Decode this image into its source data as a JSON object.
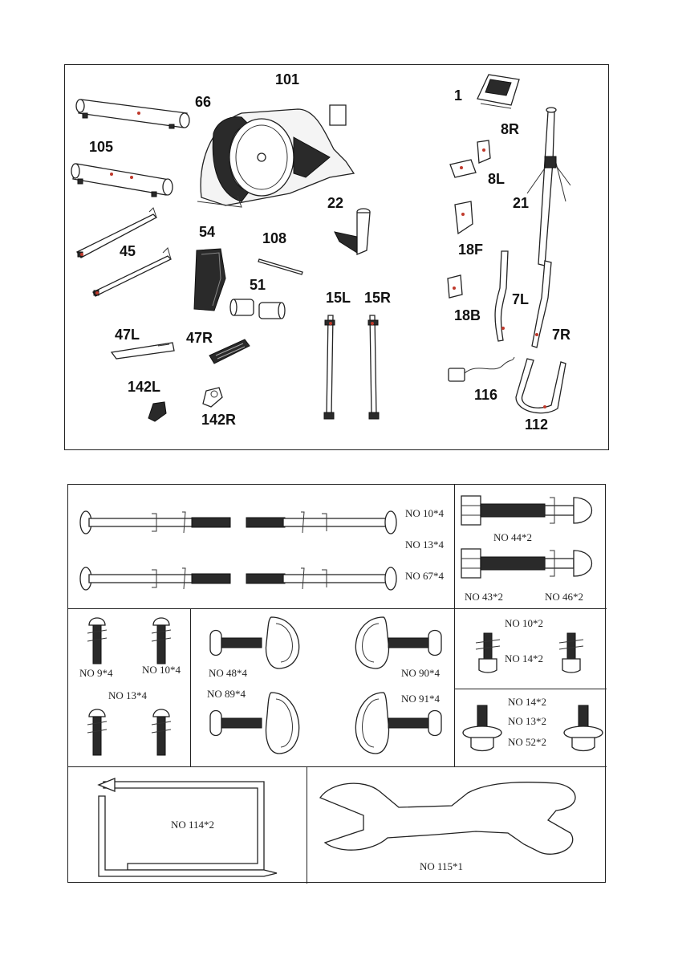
{
  "parts": {
    "p101": "101",
    "p66": "66",
    "p105": "105",
    "p45": "45",
    "p54": "54",
    "p108": "108",
    "p51": "51",
    "p22": "22",
    "p47L": "47L",
    "p47R": "47R",
    "p142L": "142L",
    "p142R": "142R",
    "p15L": "15L",
    "p15R": "15R",
    "p1": "1",
    "p8R": "8R",
    "p8L": "8L",
    "p21": "21",
    "p18F": "18F",
    "p18B": "18B",
    "p7L": "7L",
    "p7R": "7R",
    "p116": "116",
    "p112": "112"
  },
  "hardware": {
    "bolts_long": [
      "NO 10*4",
      "NO 13*4",
      "NO 67*4"
    ],
    "bolts_hex": [
      "NO 44*2",
      "NO 43*2",
      "NO 46*2"
    ],
    "screws_small": [
      "NO 9*4",
      "NO 10*4",
      "NO 13*4"
    ],
    "knobs": [
      "NO 48*4",
      "NO 90*4",
      "NO 89*4",
      "NO 91*4"
    ],
    "set_a": [
      "NO 10*2",
      "NO 14*2"
    ],
    "set_b": [
      "NO 14*2",
      "NO 13*2",
      "NO 52*2"
    ],
    "allen_key": "NO 114*2",
    "wrench": "NO 115*1"
  }
}
